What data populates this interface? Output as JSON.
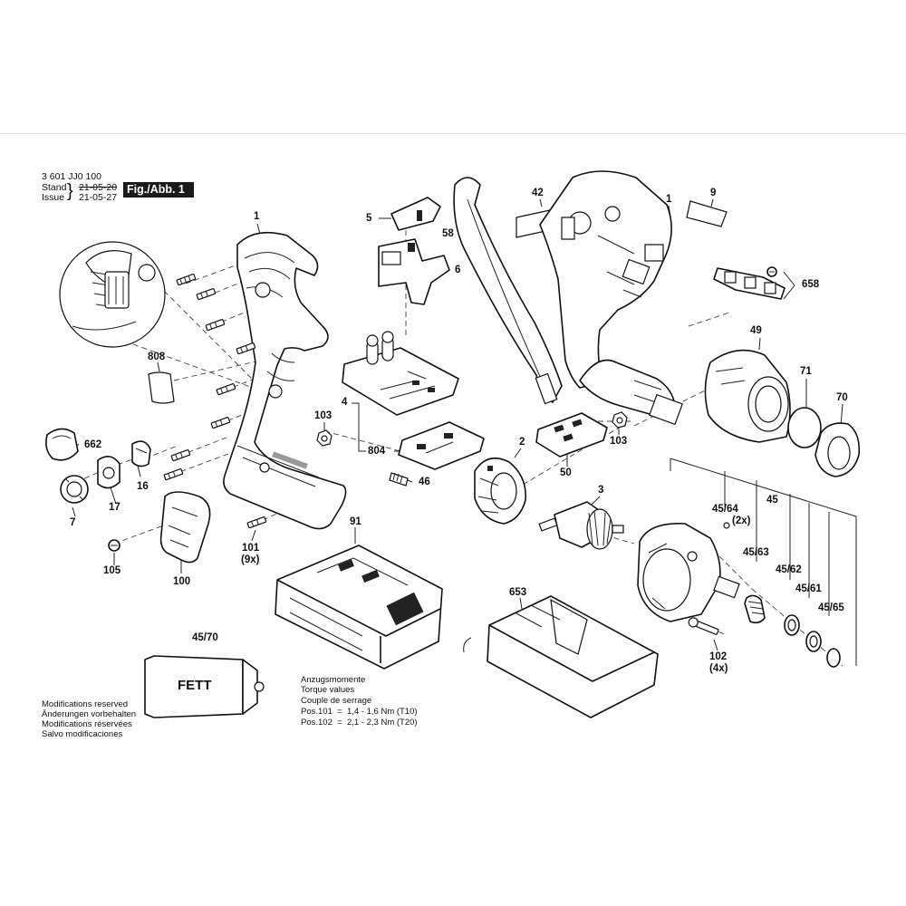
{
  "header": {
    "part_number": "3 601 JJ0 100",
    "stand_label": "Stand",
    "issue_label": "Issue",
    "stand_date": "21-05-20",
    "issue_date": "21-05-27",
    "figure_label": "Fig./Abb. 1"
  },
  "grease": {
    "label": "FETT",
    "part": "45/70"
  },
  "torque": {
    "lines": [
      "Anzugsmomente",
      "Torque values",
      "Couple de serrage",
      "Pos.101  =  1,4 - 1,6 Nm (T10)",
      "Pos.102  =  2,1 - 2,3 Nm (T20)"
    ]
  },
  "modifications": [
    "Modifications reserved",
    "Änderungen vorbehalten",
    "Modifications réservées",
    "Salvo modificaciones"
  ],
  "part_labels": [
    {
      "id": "l1a",
      "text": "1"
    },
    {
      "id": "l5",
      "text": "5"
    },
    {
      "id": "l6",
      "text": "6"
    },
    {
      "id": "l58",
      "text": "58"
    },
    {
      "id": "l42",
      "text": "42"
    },
    {
      "id": "l1b",
      "text": "1"
    },
    {
      "id": "l9",
      "text": "9"
    },
    {
      "id": "l658",
      "text": "658"
    },
    {
      "id": "l49",
      "text": "49"
    },
    {
      "id": "l71",
      "text": "71"
    },
    {
      "id": "l70",
      "text": "70"
    },
    {
      "id": "l808",
      "text": "808"
    },
    {
      "id": "l4",
      "text": "4"
    },
    {
      "id": "l103a",
      "text": "103"
    },
    {
      "id": "l103b",
      "text": "103"
    },
    {
      "id": "l662",
      "text": "662"
    },
    {
      "id": "l804",
      "text": "804"
    },
    {
      "id": "l2",
      "text": "2"
    },
    {
      "id": "l50",
      "text": "50"
    },
    {
      "id": "l16",
      "text": "16"
    },
    {
      "id": "l17",
      "text": "17"
    },
    {
      "id": "l7",
      "text": "7"
    },
    {
      "id": "l46",
      "text": "46"
    },
    {
      "id": "l3",
      "text": "3"
    },
    {
      "id": "l4564",
      "text": "45/64"
    },
    {
      "id": "l2x",
      "text": "(2x)"
    },
    {
      "id": "l45",
      "text": "45"
    },
    {
      "id": "l4563",
      "text": "45/63"
    },
    {
      "id": "l4562",
      "text": "45/62"
    },
    {
      "id": "l4561",
      "text": "45/61"
    },
    {
      "id": "l4565",
      "text": "45/65"
    },
    {
      "id": "l91",
      "text": "91"
    },
    {
      "id": "l101",
      "text": "101"
    },
    {
      "id": "l9x",
      "text": "(9x)"
    },
    {
      "id": "l105",
      "text": "105"
    },
    {
      "id": "l100",
      "text": "100"
    },
    {
      "id": "l653",
      "text": "653"
    },
    {
      "id": "l102",
      "text": "102"
    },
    {
      "id": "l4x",
      "text": "(4x)"
    }
  ]
}
